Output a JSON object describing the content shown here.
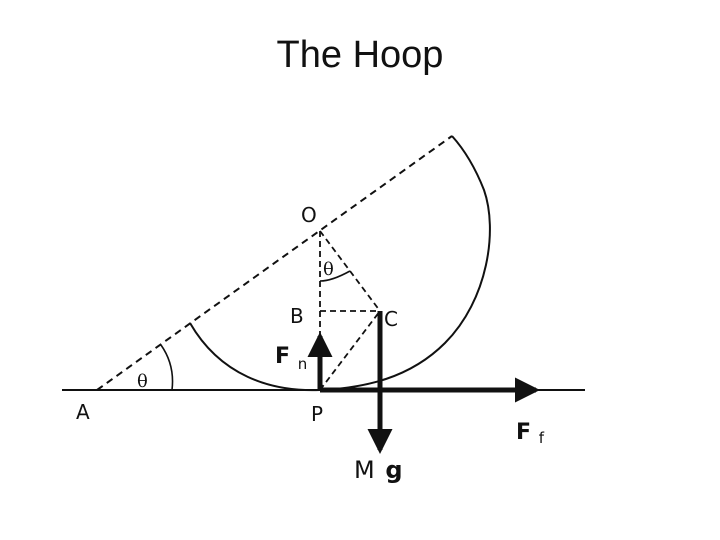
{
  "slide": {
    "title": "The Hoop"
  },
  "diagram": {
    "labels": {
      "point_o": "O",
      "point_a": "A",
      "point_b": "B",
      "point_c": "C",
      "point_p": "P",
      "theta_top": "θ",
      "theta_incline": "θ",
      "force_normal_main": "F",
      "force_normal_sub": "n",
      "force_friction_main": "F",
      "force_friction_sub": "f",
      "weight_mass": "M",
      "weight_g": "g"
    },
    "colors": {
      "ink": "#111111",
      "background": "#ffffff"
    }
  }
}
